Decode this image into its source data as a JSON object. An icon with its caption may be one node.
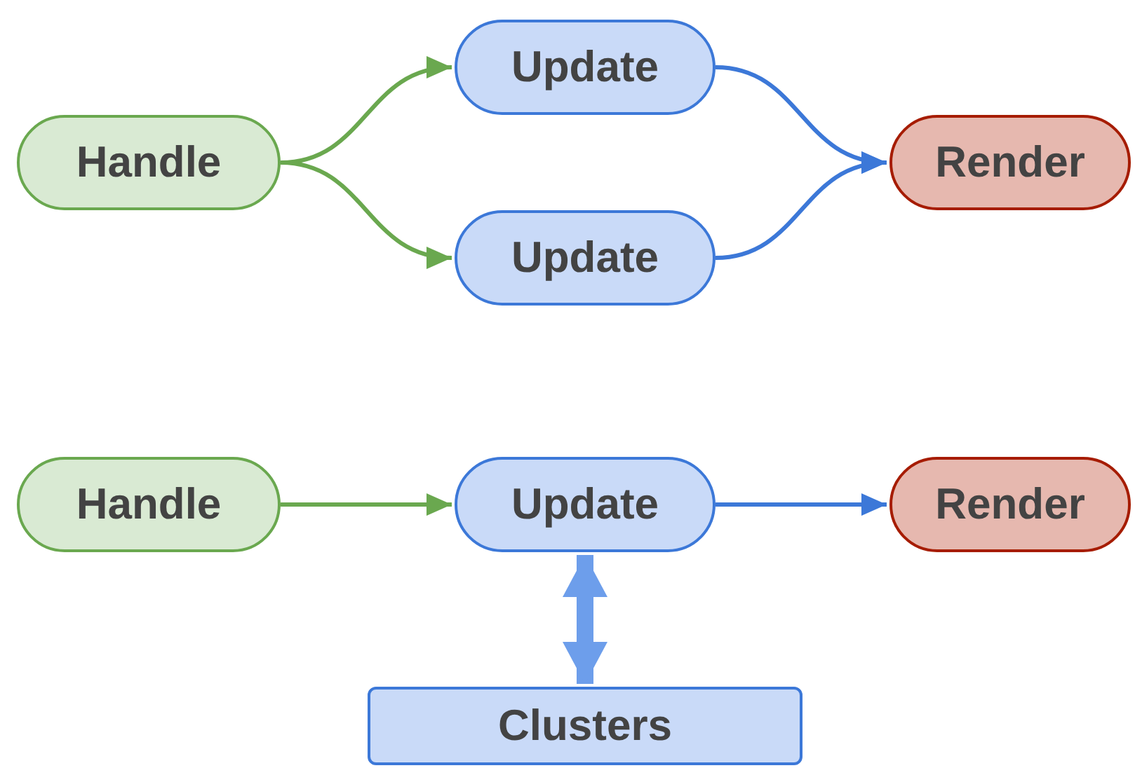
{
  "diagram": {
    "nodes": [
      {
        "text": [
          "Handle"
        ]
      },
      {
        "text": [
          "Update"
        ]
      },
      {
        "text": [
          "Update"
        ]
      },
      {
        "text": [
          "Render"
        ]
      },
      {
        "text": [
          "Handle"
        ]
      },
      {
        "text": [
          "Update"
        ]
      },
      {
        "text": [
          "Render"
        ]
      },
      {
        "text": [
          "Clusters"
        ]
      }
    ],
    "edges": [
      {
        "from": 0,
        "to": 1,
        "arrow": "to",
        "color": "#6aa84f"
      },
      {
        "from": 0,
        "to": 2,
        "arrow": "to",
        "color": "#6aa84f"
      },
      {
        "from": 1,
        "to": 3,
        "arrow": "to",
        "color": "#3c78d8"
      },
      {
        "from": 2,
        "to": 3,
        "arrow": "to",
        "color": "#3c78d8"
      },
      {
        "from": 4,
        "to": 5,
        "arrow": "to",
        "color": "#6aa84f"
      },
      {
        "from": 5,
        "to": 6,
        "arrow": "to",
        "color": "#3c78d8"
      },
      {
        "from": 5,
        "to": 7,
        "arrow": "both",
        "style": "thick",
        "color": "#6d9eeb"
      }
    ]
  }
}
